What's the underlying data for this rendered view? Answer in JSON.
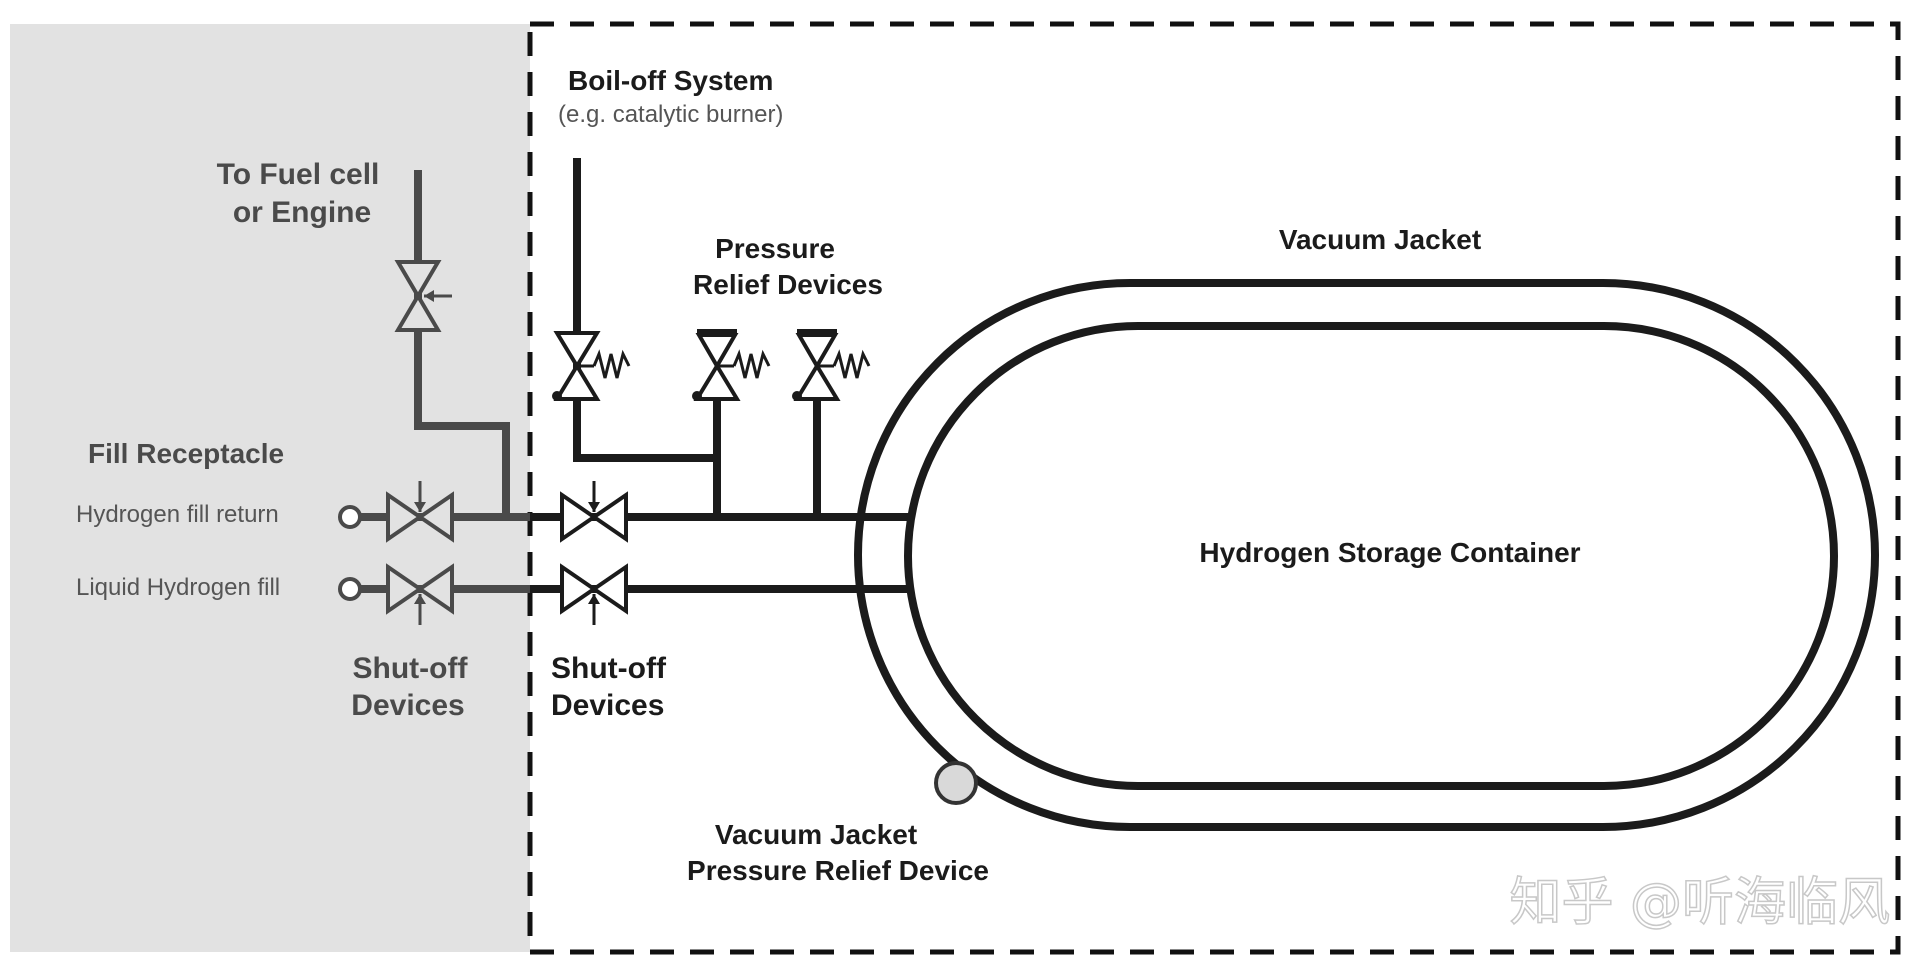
{
  "labels": {
    "boiloff_title": "Boil-off System",
    "boiloff_sub": "(e.g. catalytic burner)",
    "fuel_line1": "To Fuel cell",
    "fuel_line2": "or Engine",
    "prd_line1": "Pressure",
    "prd_line2": "Relief Devices",
    "vacuum_jacket": "Vacuum Jacket",
    "fill_receptacle": "Fill Receptacle",
    "fill_return": "Hydrogen fill return",
    "liquid_fill": "Liquid Hydrogen fill",
    "container": "Hydrogen Storage Container",
    "shutoff_left_1": "Shut-off",
    "shutoff_left_2": "Devices",
    "shutoff_right_1": "Shut-off",
    "shutoff_right_2": "Devices",
    "vj_prd_1": "Vacuum Jacket",
    "vj_prd_2": "Pressure Relief Device"
  },
  "watermark": "知乎 @听海临风",
  "colors": {
    "panel_grey": "#e2e2e2",
    "line_dark": "#1b1b1b",
    "line_grey": "#4a4a4a"
  }
}
